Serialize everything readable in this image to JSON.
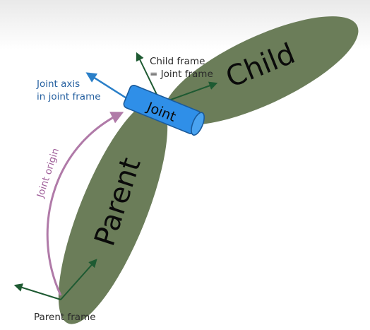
{
  "diagram": {
    "parent_link_label": "Parent",
    "child_link_label": "Child",
    "joint_label": "Joint",
    "joint_origin_label": "Joint origin",
    "joint_axis_label_line1": "Joint axis",
    "joint_axis_label_line2": "in joint frame",
    "child_frame_label_line1": "Child frame",
    "child_frame_label_line2": "= Joint frame",
    "parent_frame_label": "Parent frame"
  },
  "colors": {
    "link_fill": "#6b7d59",
    "joint_fill": "#2f8fe8",
    "joint_stroke": "#1a5a9a",
    "frame_arrow": "#1e5a32",
    "joint_axis_arrow": "#2a7fc8",
    "joint_axis_text": "#2560a0",
    "origin_arrow": "#b07aa8",
    "origin_text": "#a0609a",
    "frame_text": "#2a2a2a",
    "link_text": "#0a0a0a"
  }
}
